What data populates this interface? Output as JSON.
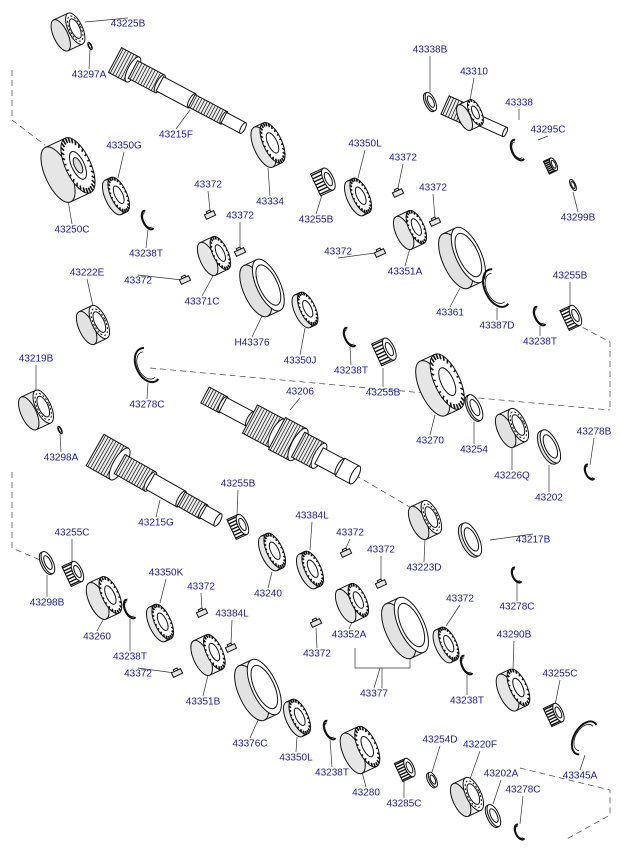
{
  "part_labels": [
    "43225B",
    "43297A",
    "43338B",
    "43310",
    "43215F",
    "43338",
    "43295C",
    "43350G",
    "43334",
    "43350L",
    "43372",
    "43250C",
    "43372",
    "43299B",
    "43372",
    "43255B",
    "43372",
    "43238T",
    "43222E",
    "43372",
    "43351A",
    "43255B",
    "43372",
    "43371C",
    "43361",
    "43387D",
    "43238T",
    "H43376",
    "43350J",
    "43219B",
    "43238T",
    "43255B",
    "43278C",
    "43206",
    "43270",
    "43298A",
    "43254",
    "43278B",
    "43226Q",
    "43202",
    "43255B",
    "43215G",
    "43384L",
    "43255C",
    "43372",
    "43217B",
    "43372",
    "43223D",
    "43240",
    "43298B",
    "43278C",
    "43350K",
    "43372",
    "43260",
    "43384L",
    "43372",
    "43352A",
    "43238T",
    "43290B",
    "43372",
    "43372",
    "43351B",
    "43377",
    "43238T",
    "43255C",
    "43376C",
    "43350L",
    "43254D",
    "43220F",
    "43238T",
    "43280",
    "43345A",
    "43202A",
    "43285C",
    "43278C"
  ]
}
